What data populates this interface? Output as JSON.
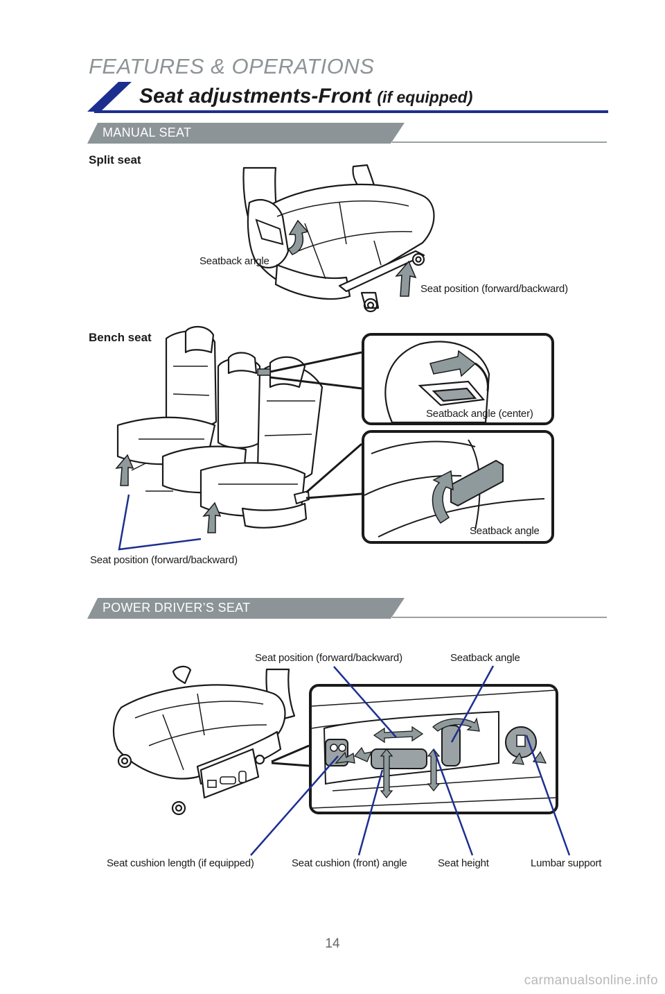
{
  "header": {
    "section_title": "FEATURES & OPERATIONS",
    "page_title": "Seat adjustments-Front",
    "page_title_suffix": "(if equipped)"
  },
  "manual_seat": {
    "heading": "MANUAL SEAT",
    "split_seat": {
      "label": "Split seat",
      "callouts": {
        "seatback_angle": "Seatback angle",
        "seat_position": "Seat position (forward/backward)"
      }
    },
    "bench_seat": {
      "label": "Bench seat",
      "callouts": {
        "seatback_angle_center": "Seatback angle (center)",
        "seatback_angle": "Seatback angle",
        "seat_position": "Seat position (forward/backward)"
      }
    }
  },
  "power_seat": {
    "heading": "POWER DRIVER’S SEAT",
    "callouts": {
      "seat_position": "Seat position (forward/backward)",
      "seatback_angle": "Seatback angle",
      "cushion_length": "Seat cushion length (if equipped)",
      "cushion_front_angle": "Seat cushion (front) angle",
      "seat_height": "Seat height",
      "lumbar_support": "Lumbar support"
    }
  },
  "footer": {
    "page_number": "14",
    "watermark": "carmanualsonline.info"
  },
  "colors": {
    "accent_blue": "#1c2f8f",
    "subheading_gray": "#8c9497",
    "arrow_gray": "#8f9a9c"
  }
}
